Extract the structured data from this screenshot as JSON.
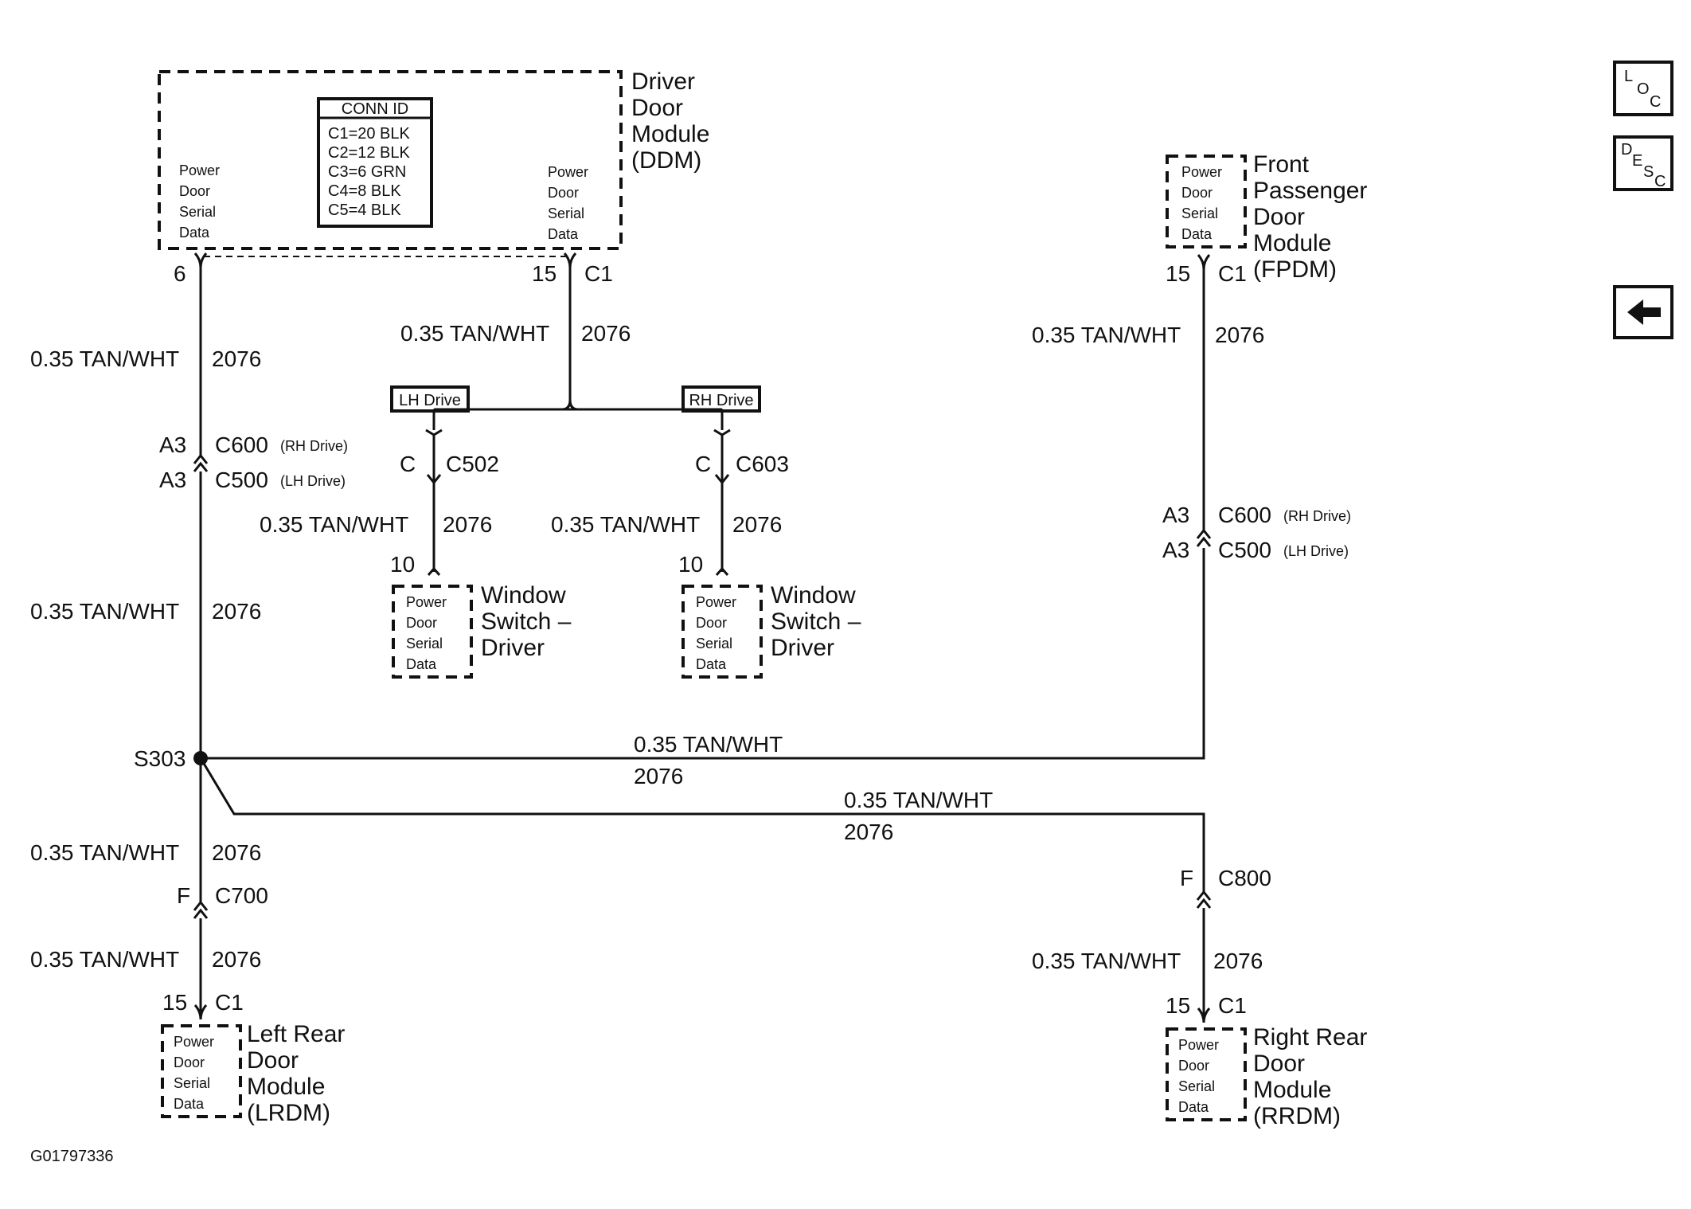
{
  "ddm": {
    "name_lines": [
      "Driver",
      "Door",
      "Module",
      "(DDM)"
    ],
    "left_pin_label": [
      "Power",
      "Door",
      "Serial",
      "Data"
    ],
    "right_pin_label": [
      "Power",
      "Door",
      "Serial",
      "Data"
    ],
    "conn_id": {
      "header": "CONN ID",
      "rows": [
        "C1=20 BLK",
        "C2=12 BLK",
        "C3=6 GRN",
        "C4=8 BLK",
        "C5=4 BLK"
      ]
    },
    "left_pin": "6",
    "right_pin": "15",
    "right_conn": "C1"
  },
  "fpdm": {
    "name_lines": [
      "Front",
      "Passenger",
      "Door",
      "Module",
      "(FPDM)"
    ],
    "pin_label": [
      "Power",
      "Door",
      "Serial",
      "Data"
    ],
    "pin": "15",
    "conn": "C1"
  },
  "lrdm": {
    "name_lines": [
      "Left Rear",
      "Door",
      "Module",
      "(LRDM)"
    ],
    "pin_label": [
      "Power",
      "Door",
      "Serial",
      "Data"
    ],
    "pin": "15",
    "conn": "C1"
  },
  "rrdm": {
    "name_lines": [
      "Right Rear",
      "Door",
      "Module",
      "(RRDM)"
    ],
    "pin_label": [
      "Power",
      "Door",
      "Serial",
      "Data"
    ],
    "pin": "15",
    "conn": "C1"
  },
  "window_switch_lh": {
    "name_lines": [
      "Window",
      "Switch –",
      "Driver"
    ],
    "pin_label": [
      "Power",
      "Door",
      "Serial",
      "Data"
    ],
    "pin": "10",
    "conn_pin": "C",
    "conn": "C502"
  },
  "window_switch_rh": {
    "name_lines": [
      "Window",
      "Switch –",
      "Driver"
    ],
    "pin_label": [
      "Power",
      "Door",
      "Serial",
      "Data"
    ],
    "pin": "10",
    "conn_pin": "C",
    "conn": "C603"
  },
  "drive_tags": {
    "lh": "LH Drive",
    "rh": "RH Drive"
  },
  "wire": {
    "spec": "0.35 TAN/WHT",
    "circuit": "2076"
  },
  "inline_left": {
    "pin_a": "A3",
    "conn_a": "C600",
    "note_a": "(RH Drive)",
    "pin_b": "A3",
    "conn_b": "C500",
    "note_b": "(LH Drive)"
  },
  "inline_right": {
    "pin_a": "A3",
    "conn_a": "C600",
    "note_a": "(RH Drive)",
    "pin_b": "A3",
    "conn_b": "C500",
    "note_b": "(LH Drive)"
  },
  "splice": {
    "label": "S303"
  },
  "c700": {
    "pin": "F",
    "conn": "C700"
  },
  "c800": {
    "pin": "F",
    "conn": "C800"
  },
  "figure_id": "G01797336",
  "nav": {
    "loc": {
      "a": "L",
      "b": "O",
      "c": "C"
    },
    "desc": {
      "a": "D",
      "b": "E",
      "c": "S",
      "d": "C"
    },
    "back_icon": "left-arrow-icon"
  }
}
